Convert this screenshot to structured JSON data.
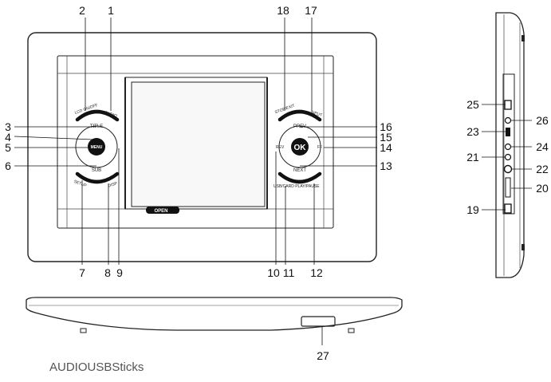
{
  "brand": "AUDIOUSBSticks",
  "callouts": {
    "n1": "1",
    "n2": "2",
    "n3": "3",
    "n4": "4",
    "n5": "5",
    "n6": "6",
    "n7": "7",
    "n8": "8",
    "n9": "9",
    "n10": "10",
    "n11": "11",
    "n12": "12",
    "n13": "13",
    "n14": "14",
    "n15": "15",
    "n16": "16",
    "n17": "17",
    "n18": "18",
    "n19": "19",
    "n20": "20",
    "n21": "21",
    "n22": "22",
    "n23": "23",
    "n24": "24",
    "n25": "25",
    "n26": "26",
    "n27": "27"
  },
  "buttons": {
    "lcd": "LCD ON/OFF",
    "audio": "AUDIO",
    "title": "TITLE",
    "menu": "MENU",
    "sub": "SUB",
    "setup": "SETUP",
    "disp": "DISP",
    "stop_exit": "STOP/EXIT",
    "input": "INPUT",
    "prev": "PREV",
    "ok": "OK",
    "rev": "REV",
    "fwd": "FF",
    "next": "NEXT",
    "play_pause": "USB/CARD PLAY/PAUSE",
    "open": "OPEN"
  }
}
